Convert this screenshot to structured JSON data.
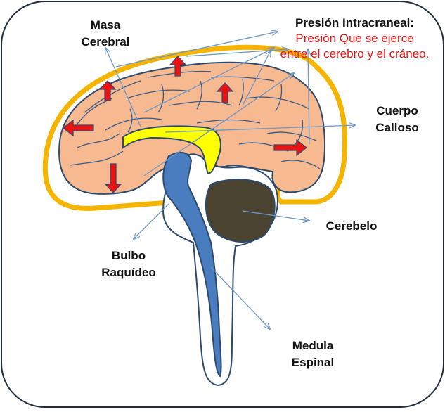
{
  "labels": {
    "masa_line1": "Masa",
    "masa_line2": "Cerebral",
    "presion_title": "Presión Intracraneal:",
    "presion_line1": "Presión Que se ejerce",
    "presion_line2": "entre el cerebro y el cráneo.",
    "cuerpo_line1": "Cuerpo",
    "cuerpo_line2": "Calloso",
    "cerebelo": "Cerebelo",
    "bulbo_line1": "Bulbo",
    "bulbo_line2": "Raquídeo",
    "medula_line1": "Medula",
    "medula_line2": "Espinal"
  },
  "colors": {
    "brain": "#f6b990",
    "skull": "#f5b400",
    "corpus": "#ffff00",
    "stem": "#4a7dc0",
    "cerebellum": "#4a4330",
    "arrow_red": "#ee1111",
    "pointer": "#6e97c8",
    "presion_text": "#ee1111"
  },
  "icons": {
    "pressure_arrows": "red-block-arrow-icon"
  }
}
